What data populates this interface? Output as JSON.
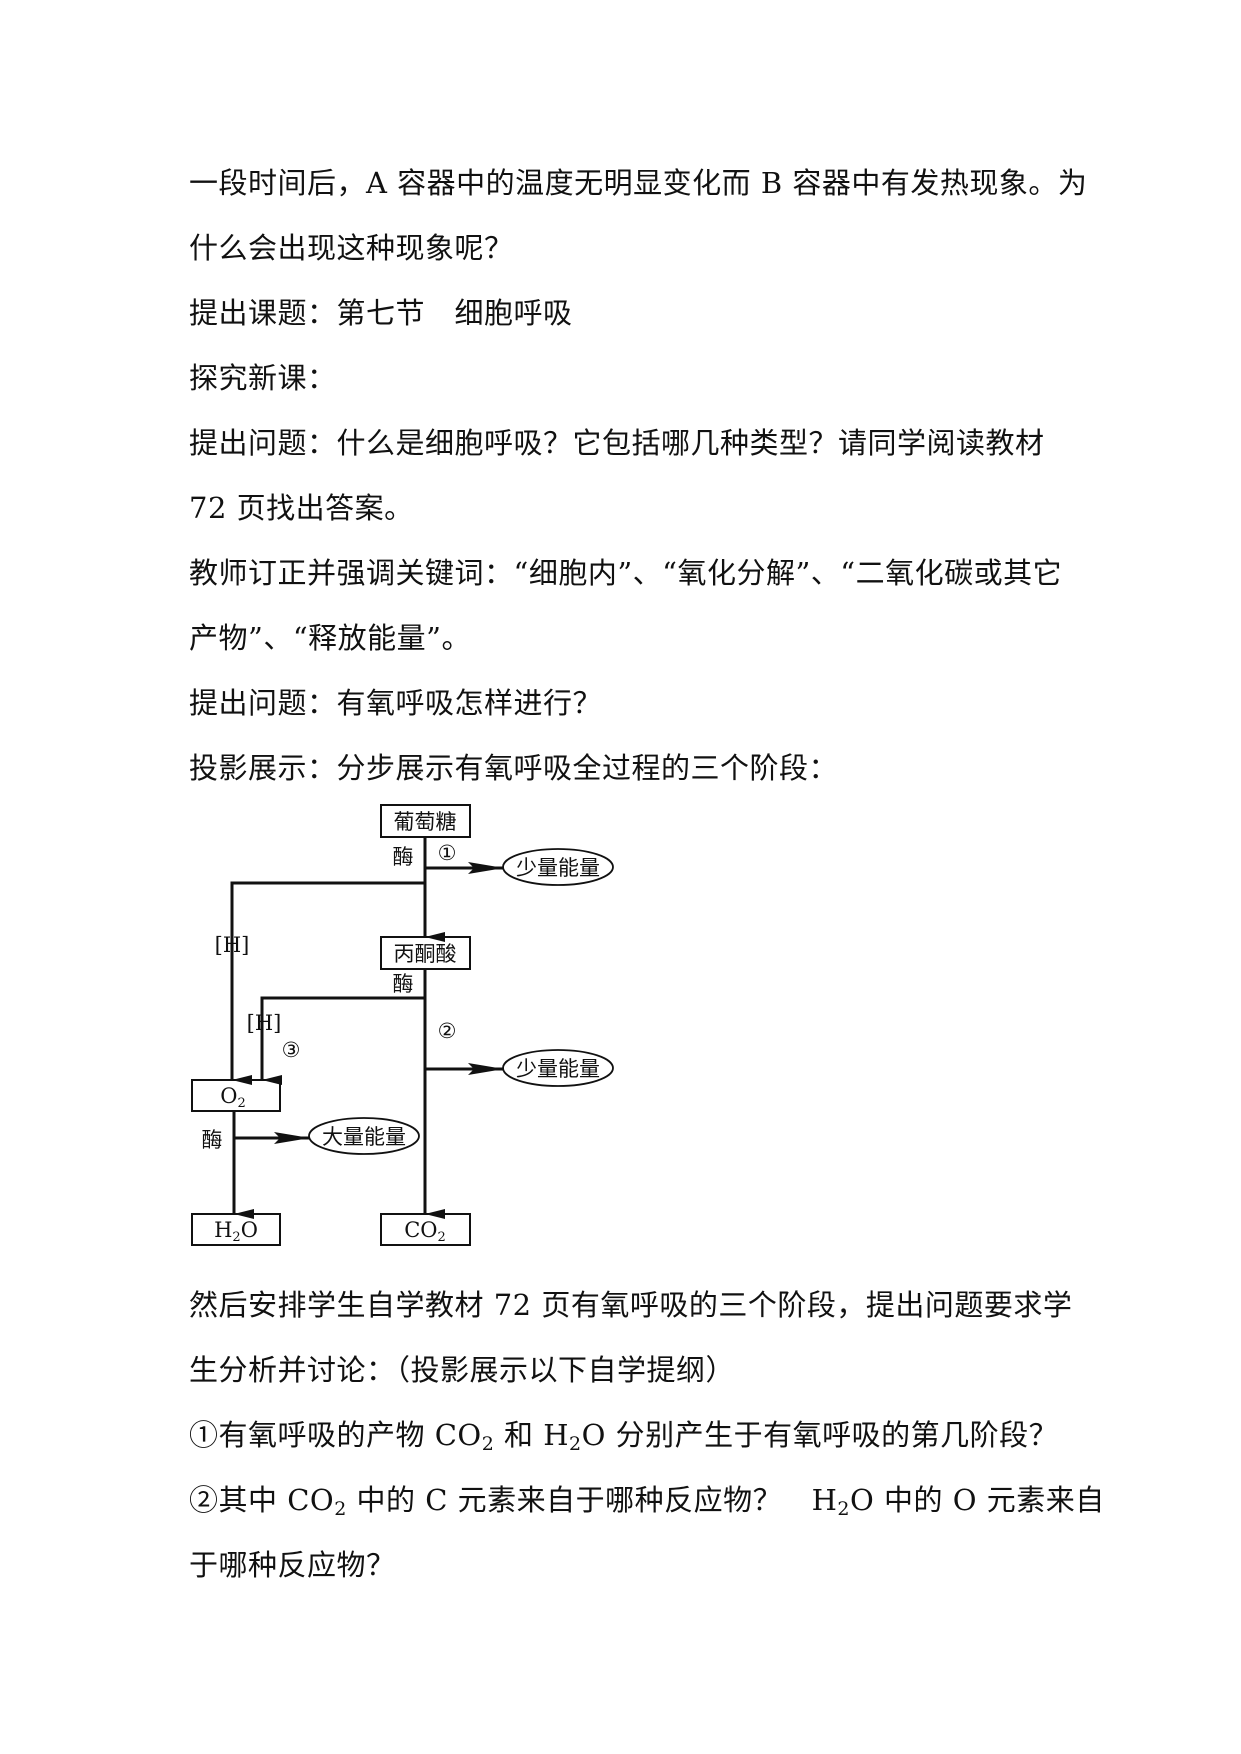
{
  "paragraphs": {
    "p1": "一段时间后，A 容器中的温度无明显变化而 B 容器中有发热现象。为",
    "p2": "什么会出现这种现象呢？",
    "p3": "提出课题：第七节　细胞呼吸",
    "p4": "探究新课：",
    "p5": "提出问题：什么是细胞呼吸？它包括哪几种类型？请同学阅读教材",
    "p6": "72 页找出答案。",
    "p7": "教师订正并强调关键词：“细胞内”、“氧化分解”、“二氧化碳或其它",
    "p8": "产物”、“释放能量”。",
    "p9": "提出问题：有氧呼吸怎样进行？",
    "p10": "投影展示：分步展示有氧呼吸全过程的三个阶段：",
    "p11": "然后安排学生自学教材 72 页有氧呼吸的三个阶段，提出问题要求学",
    "p12": "生分析并讨论：（投影展示以下自学提纲）",
    "q1": {
      "a": "①有氧呼吸的产物 CO",
      "a_sub": "2",
      "b": " 和 H",
      "b_sub": "2",
      "c": "O 分别产生于有氧呼吸的第几阶段？"
    },
    "q2": {
      "a": "②其中 CO",
      "a_sub": "2",
      "b": " 中的 C 元素来自于哪种反应物？　H",
      "b_sub": "2",
      "c": "O 中的 O 元素来自"
    },
    "q2b": "于哪种反应物？"
  },
  "diagram": {
    "glucose": "葡萄糖",
    "pyruvate": "丙酮酸",
    "o2": "O",
    "o2_sub": "2",
    "h2o_a": "H",
    "h2o_sub": "2",
    "h2o_b": "O",
    "co2": "CO",
    "co2_sub": "2",
    "enzyme1": "酶",
    "enzyme2": "酶",
    "enzyme3": "酶",
    "step1": "①",
    "step2": "②",
    "step3": "③",
    "h_label1": "[H]",
    "h_label2": "[H]",
    "energy_small1": "少量能量",
    "energy_small2": "少量能量",
    "energy_large": "大量能量"
  }
}
